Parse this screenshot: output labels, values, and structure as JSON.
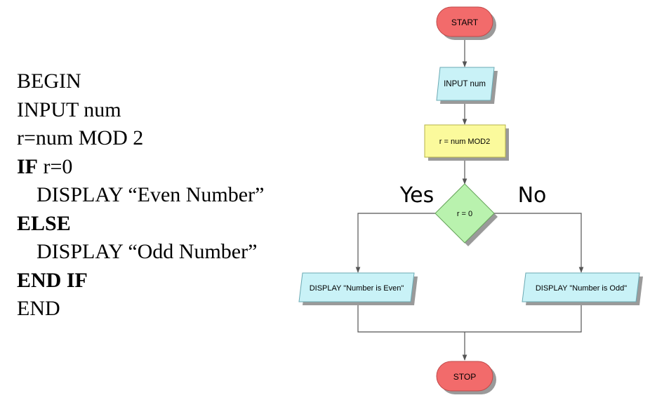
{
  "pseudocode": [
    {
      "kw": "",
      "text": "BEGIN",
      "indent": false
    },
    {
      "kw": "",
      "text": "INPUT num",
      "indent": false
    },
    {
      "kw": "",
      "text": "r=num MOD 2",
      "indent": false
    },
    {
      "kw": "IF",
      "text": " r=0",
      "indent": false
    },
    {
      "kw": "",
      "text": "DISPLAY “Even Number”",
      "indent": true
    },
    {
      "kw": "ELSE",
      "text": "",
      "indent": false
    },
    {
      "kw": "",
      "text": "DISPLAY “Odd Number”",
      "indent": true
    },
    {
      "kw": "END IF",
      "text": "",
      "indent": false
    },
    {
      "kw": "",
      "text": "END",
      "indent": false
    }
  ],
  "flowchart": {
    "start": "START",
    "input": "INPUT num",
    "process": "r = num MOD2",
    "decision": "r = 0",
    "yes_label": "Yes",
    "no_label": "No",
    "even_output": "DISPLAY \"Number is Even\"",
    "odd_output": "DISPLAY \"Number is Odd\"",
    "stop": "STOP"
  },
  "colors": {
    "terminal": "#f26b6b",
    "io": "#c9f2f7",
    "process": "#fbfa9c",
    "decision": "#b9f2ae",
    "shadow": "#9a9a9a",
    "line": "#555555"
  }
}
